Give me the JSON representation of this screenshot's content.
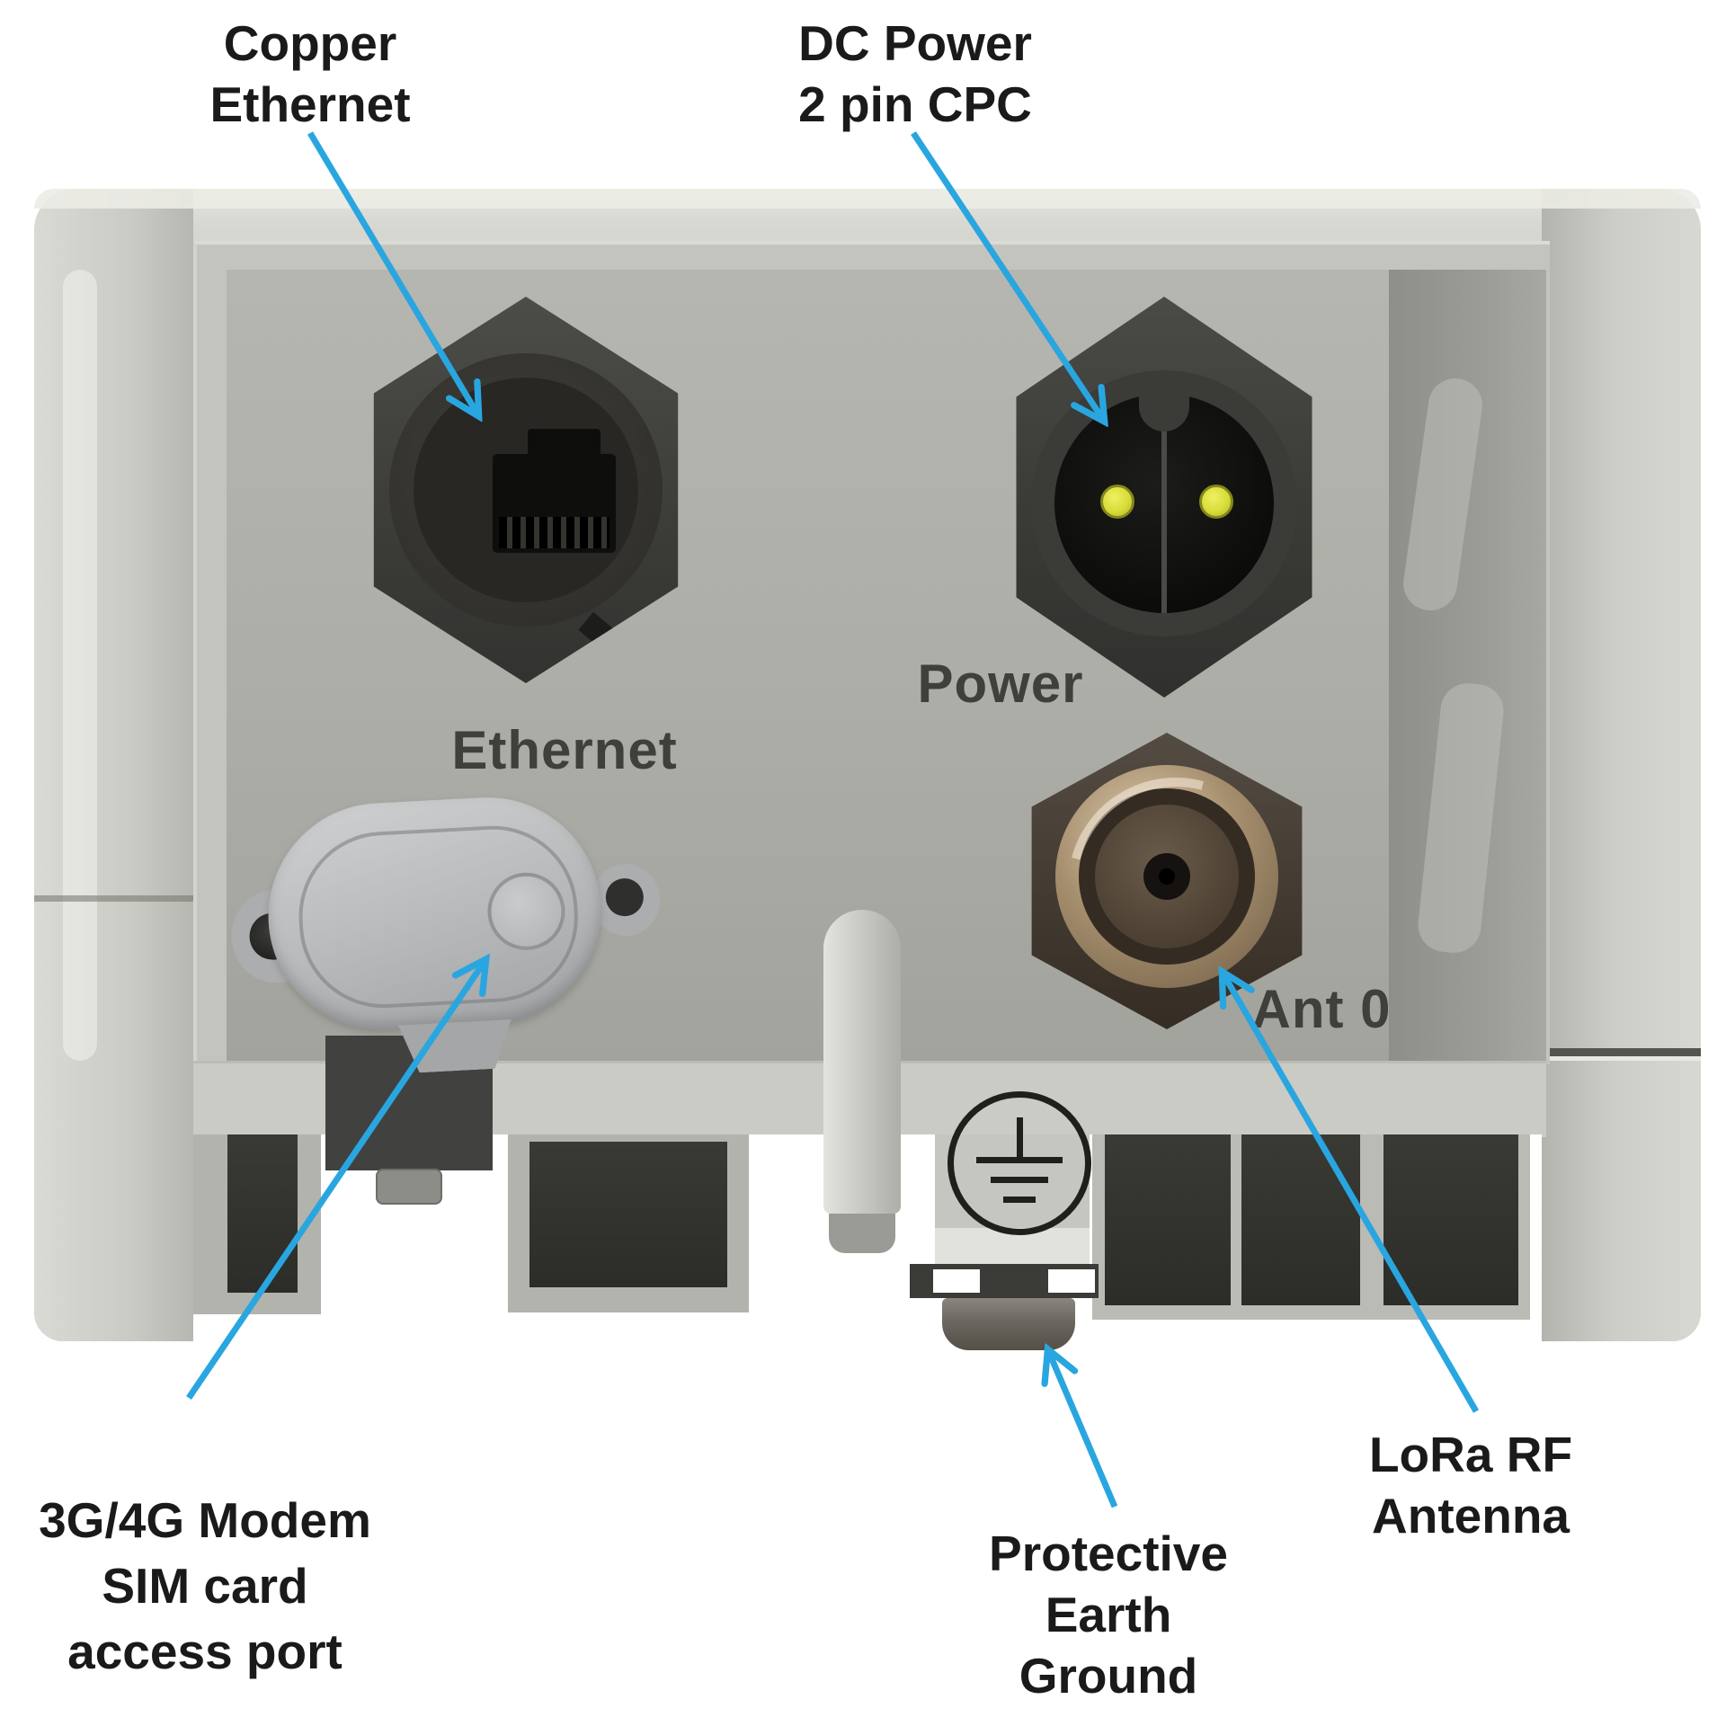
{
  "annotations": {
    "copper_ethernet": {
      "line1": "Copper",
      "line2": "Ethernet"
    },
    "dc_power": {
      "line1": "DC Power",
      "line2": "2 pin CPC"
    },
    "sim": {
      "line1": "3G/4G Modem",
      "line2": "SIM card",
      "line3": "access port"
    },
    "protective_ground": {
      "line1": "Protective",
      "line2": "Earth",
      "line3": "Ground"
    },
    "lora": {
      "line1": "LoRa RF",
      "line2": "Antenna"
    }
  },
  "panel_labels": {
    "ethernet": "Ethernet",
    "power": "Power",
    "ant0": "Ant 0"
  },
  "icons": {
    "ground_symbol": "protective-earth-ground-symbol"
  },
  "colors": {
    "arrow_blue": "#29a6e0",
    "pin_yellow": "#d9dc3a",
    "label_black": "#1a1a1a",
    "panel_text": "#3a3a36"
  }
}
